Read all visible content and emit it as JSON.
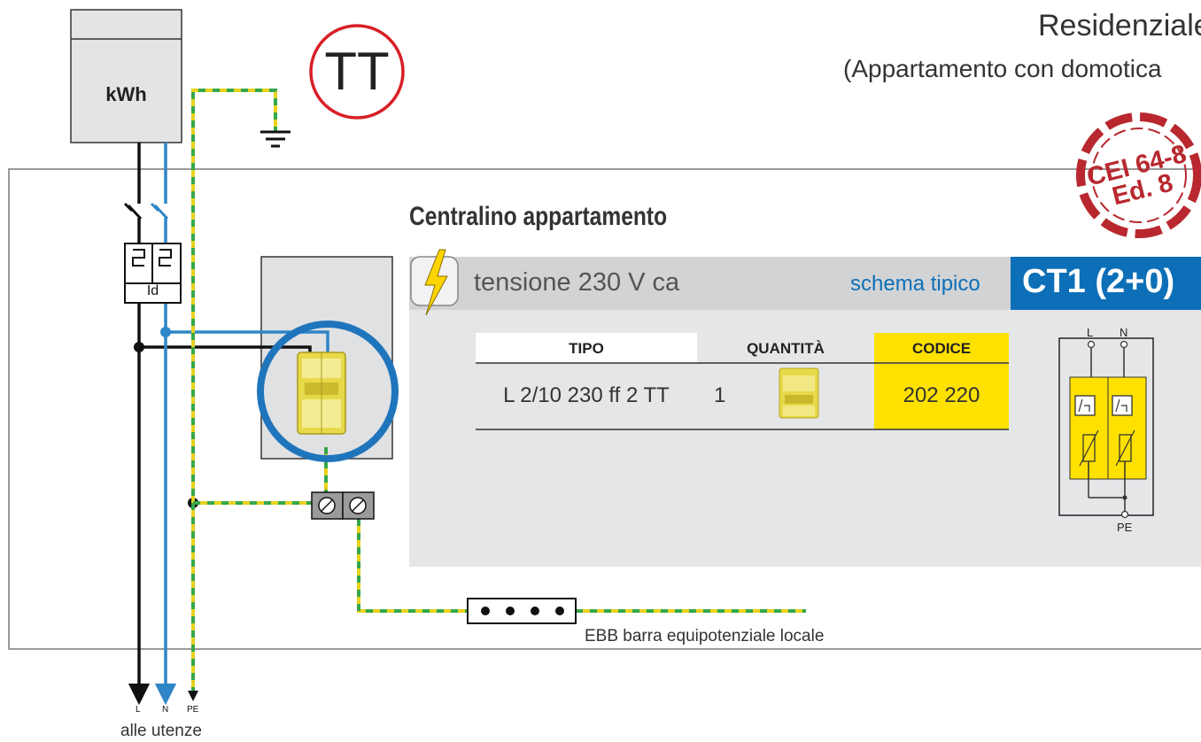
{
  "header": {
    "title": "Residenziale",
    "subtitle": "(Appartamento con domotica",
    "system_badge": "TT",
    "stamp": "CEI 64-8 Ed. 8"
  },
  "meter": {
    "label": "kWh"
  },
  "rcd": {
    "label": "Id"
  },
  "panel": {
    "title": "Centralino appartamento",
    "voltage_label": "tensione 230 V ca",
    "schema_label": "schema tipico",
    "schema_code": "CT1 (2+0)"
  },
  "table": {
    "headers": {
      "type": "TIPO",
      "quantity": "QUANTITÀ",
      "code": "CODICE"
    },
    "rows": [
      {
        "type": "L 2/10 230 ff 2 TT",
        "quantity": "1",
        "code": "202 220"
      }
    ]
  },
  "schematic": {
    "l": "L",
    "n": "N",
    "pe": "PE"
  },
  "ebb": {
    "label": "EBB barra equipotenziale locale"
  },
  "outputs": {
    "l": "L",
    "n": "N",
    "pe": "PE",
    "caption": "alle utenze"
  },
  "colors": {
    "neutral": "#2f86c6",
    "earth_green": "#34a84a",
    "earth_yellow": "#e8d21e",
    "accent_blue": "#0d6fb8",
    "yellow": "#ffe100",
    "badge_red": "#d81f26",
    "stamp_red": "#b8282e"
  }
}
